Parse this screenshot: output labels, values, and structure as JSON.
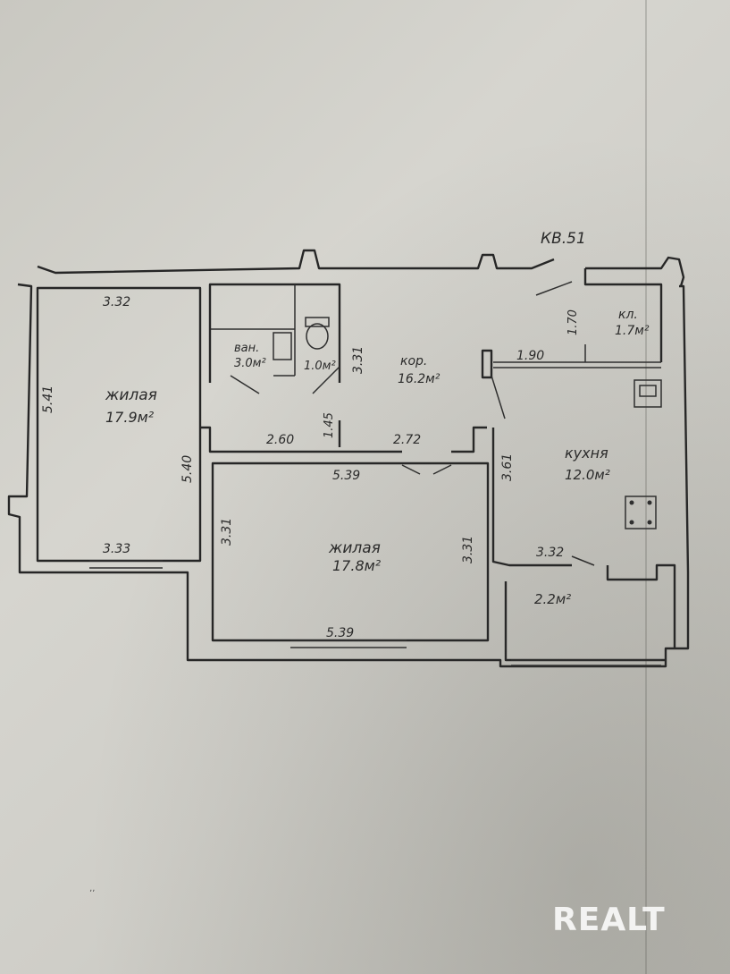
{
  "apartment_label": "КВ.51",
  "rooms": {
    "living_left": {
      "name": "жилая",
      "area": "17.9м²",
      "dim_top": "3.32",
      "dim_bottom": "3.33",
      "dim_left": "5.41",
      "dim_right": "5.40"
    },
    "bathroom": {
      "name": "ван.",
      "area": "3.0м²"
    },
    "toilet": {
      "area": "1.0м²"
    },
    "dim_331_top": "3.31",
    "corridor": {
      "name": "кор.",
      "area": "16.2м²",
      "dim_145": "1.45",
      "dim_260": "2.60",
      "dim_272": "2.72"
    },
    "pantry": {
      "name": "кл.",
      "area": "1.7м²",
      "dim_height": "1.70",
      "dim_width": "1.90"
    },
    "living_center": {
      "name": "жилая",
      "area": "17.8м²",
      "dim_top": "5.39",
      "dim_bottom": "5.39",
      "dim_left": "3.31",
      "dim_right": "3.31"
    },
    "kitchen": {
      "name": "кухня",
      "area": "12.0м²",
      "dim_left": "3.61",
      "dim_bottom": "3.32"
    },
    "balcony": {
      "area": "2.2м²"
    }
  },
  "watermark": "REALT"
}
